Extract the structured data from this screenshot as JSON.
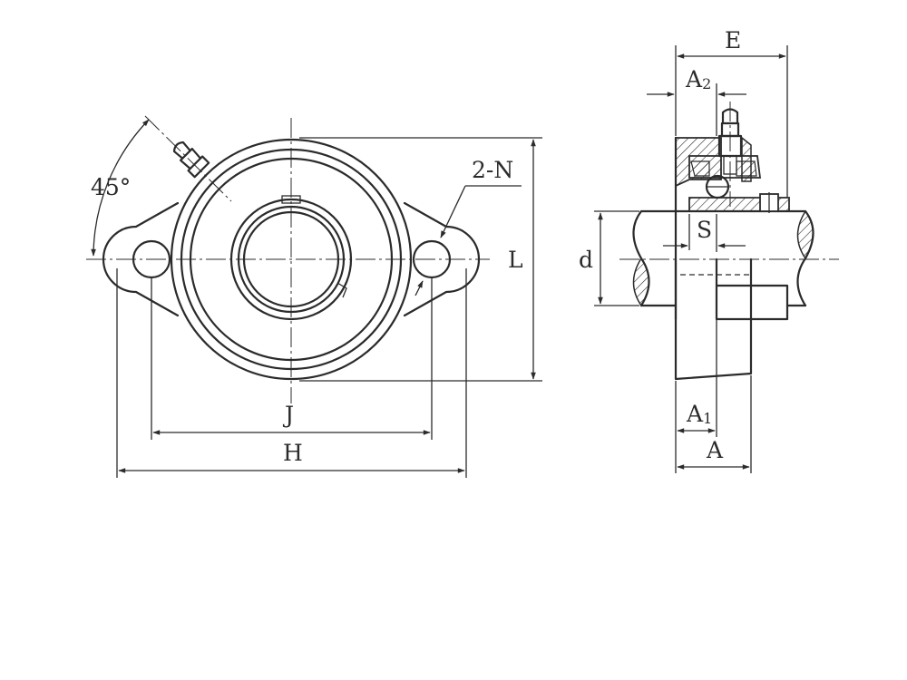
{
  "labels": {
    "angle": "45°",
    "holes": "2-N",
    "L": "L",
    "J": "J",
    "H": "H",
    "E": "E",
    "A2_main": "A",
    "A2_sub": "2",
    "S": "S",
    "d": "d",
    "A1_main": "A",
    "A1_sub": "1",
    "A": "A"
  },
  "colors": {
    "line": "#2b2b2b",
    "background": "#ffffff"
  }
}
